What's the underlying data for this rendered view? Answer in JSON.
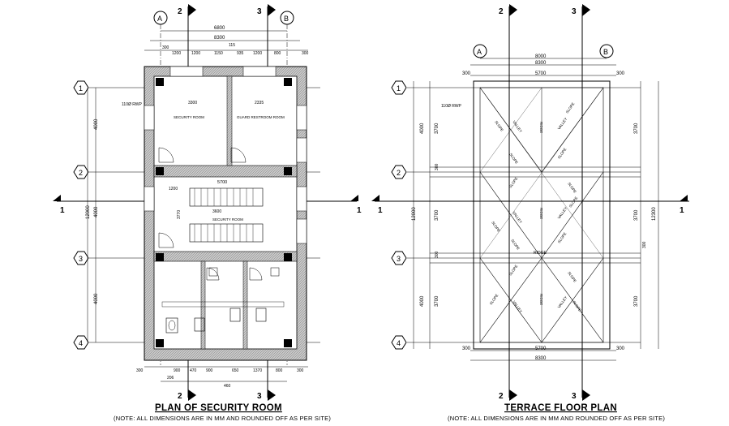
{
  "left_plan": {
    "title": "PLAN OF SECURITY ROOM",
    "note": "(NOTE: ALL DIMENSIONS ARE IN MM AND ROUNDED OFF AS PER SITE)",
    "grid_letters": [
      "A",
      "B"
    ],
    "grid_numbers": [
      "1",
      "2",
      "3",
      "4"
    ],
    "section_marks": [
      "2",
      "3",
      "1"
    ],
    "top_dims": [
      "6800",
      "8300",
      "115"
    ],
    "top_sub_dims": [
      "300",
      "1200",
      "1200",
      "1150",
      "935",
      "1200",
      "800",
      "300"
    ],
    "left_dims": [
      "4000",
      "4000",
      "4000",
      "12000"
    ],
    "room_dims": [
      "3300",
      "2335",
      "5700",
      "3600",
      "3770",
      "1200"
    ],
    "room_labels": [
      "SECURITY ROOM",
      "GUARD RESTROOM ROOM",
      "SECURITY ROOM"
    ],
    "pipe_label": "110Ø RWP",
    "bottom_dims": [
      "300",
      "900",
      "470",
      "900",
      "650",
      "1370",
      "800",
      "300",
      "206",
      "460"
    ]
  },
  "right_plan": {
    "title": "TERRACE FLOOR PLAN",
    "note": "(NOTE: ALL DIMENSIONS ARE IN MM AND ROUNDED OFF AS PER SITE)",
    "grid_letters": [
      "A",
      "B"
    ],
    "grid_numbers": [
      "1",
      "2",
      "3",
      "4"
    ],
    "section_marks": [
      "2",
      "3",
      "1"
    ],
    "top_dims": [
      "8000",
      "8300",
      "300",
      "5700",
      "300"
    ],
    "bottom_dims": [
      "300",
      "5700",
      "300",
      "8300"
    ],
    "left_dims": [
      "4000",
      "3700",
      "300",
      "3700",
      "300",
      "3700",
      "4000",
      "12000"
    ],
    "right_dims": [
      "3700",
      "3700",
      "3700",
      "12300",
      "300"
    ],
    "roof_labels": [
      "SLOPE",
      "VALLEY",
      "RIDGE"
    ],
    "ridge_label": "RIDGE",
    "pipe_label": "110Ø RWP"
  },
  "colors": {
    "line": "#000000",
    "wall_hatch": "#8a8a8a",
    "background": "#ffffff"
  }
}
